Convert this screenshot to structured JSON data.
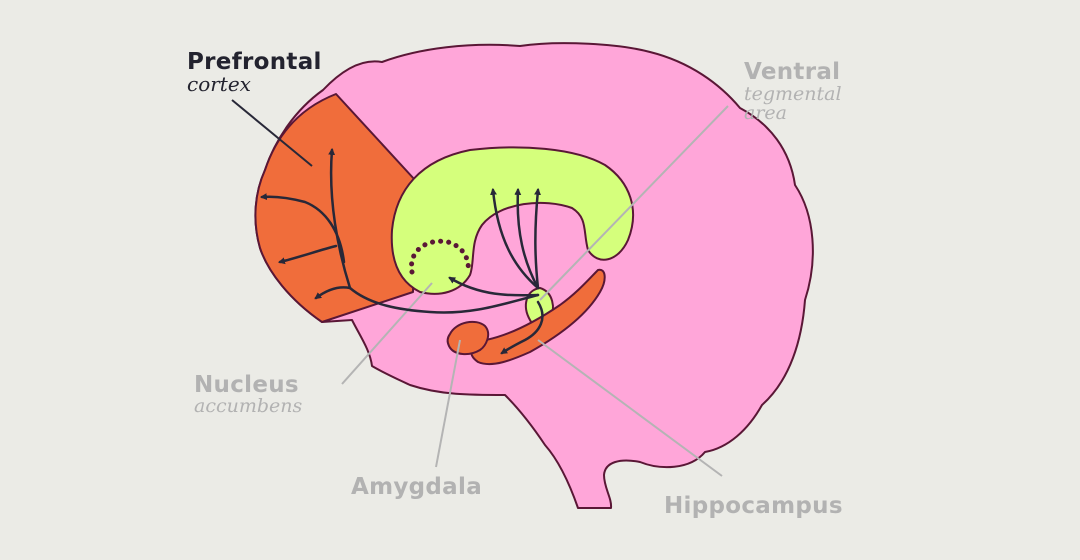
{
  "labels": {
    "prefrontal": {
      "title": "Prefrontal",
      "subtitle": "cortex"
    },
    "vta": {
      "title": "Ventral",
      "subtitle_line1": "tegmental",
      "subtitle_line2": "area"
    },
    "nucleus": {
      "title": "Nucleus",
      "subtitle": "accumbens"
    },
    "amygdala": {
      "title": "Amygdala"
    },
    "hippocampus": {
      "title": "Hippocampus"
    }
  },
  "colors": {
    "background": "#ebebe6",
    "brain": "#ffa6d9",
    "outline": "#5a1736",
    "prefrontal": "#f06d3b",
    "striatum": "#d5ff7c",
    "amygdala_hippocampus": "#f06d3b",
    "arrows": "#282838",
    "label_dark": "#23232f",
    "label_muted": "#b2b2b2",
    "leader_lines": "#b4b4b4"
  }
}
